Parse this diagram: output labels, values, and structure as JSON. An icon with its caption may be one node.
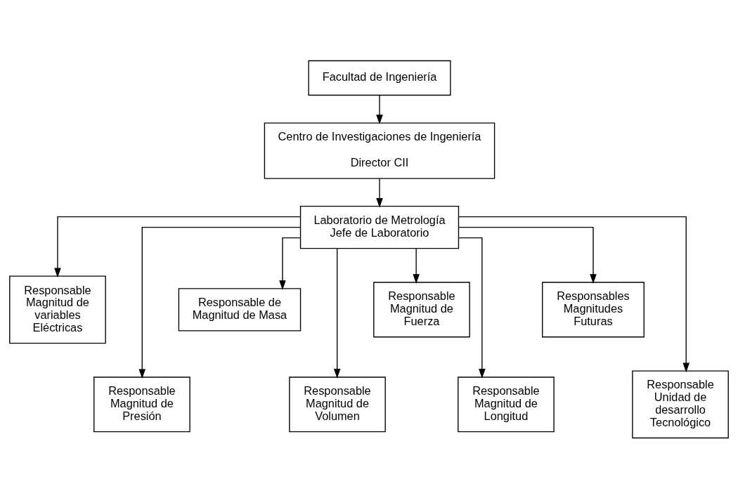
{
  "diagram": {
    "nodes": [
      {
        "text": [
          "Facultad de Ingeniería"
        ]
      },
      {
        "text": [
          "Centro de Investigaciones de Ingeniería",
          "Director CII"
        ]
      },
      {
        "text": [
          "Laboratorio de Metrología",
          "Jefe de Laboratorio"
        ]
      },
      {
        "text": [
          "Responsable Magnitud de variables Eléctricas"
        ]
      },
      {
        "text": [
          "Responsable Magnitud de Presión"
        ]
      },
      {
        "text": [
          "Responsable de Magnitud de Masa"
        ]
      },
      {
        "text": [
          "Responsable Magnitud de Volumen"
        ]
      },
      {
        "text": [
          "Responsable Magnitud de Fuerza"
        ]
      },
      {
        "text": [
          "Responsable Magnitud de Longitud"
        ]
      },
      {
        "text": [
          "Responsables Magnitudes Futuras"
        ]
      },
      {
        "text": [
          "Responsable Unidad de desarrollo Tecnológico"
        ]
      }
    ],
    "edges": [
      {
        "from": 0,
        "to": 1,
        "arrow": "to"
      },
      {
        "from": 1,
        "to": 2,
        "arrow": "to"
      },
      {
        "from": 2,
        "to": 3,
        "arrow": "to"
      },
      {
        "from": 2,
        "to": 4,
        "arrow": "to"
      },
      {
        "from": 2,
        "to": 5,
        "arrow": "to"
      },
      {
        "from": 2,
        "to": 6,
        "arrow": "to"
      },
      {
        "from": 2,
        "to": 7,
        "arrow": "to"
      },
      {
        "from": 2,
        "to": 8,
        "arrow": "to"
      },
      {
        "from": 2,
        "to": 9,
        "arrow": "to"
      },
      {
        "from": 2,
        "to": 10,
        "arrow": "to"
      }
    ]
  }
}
